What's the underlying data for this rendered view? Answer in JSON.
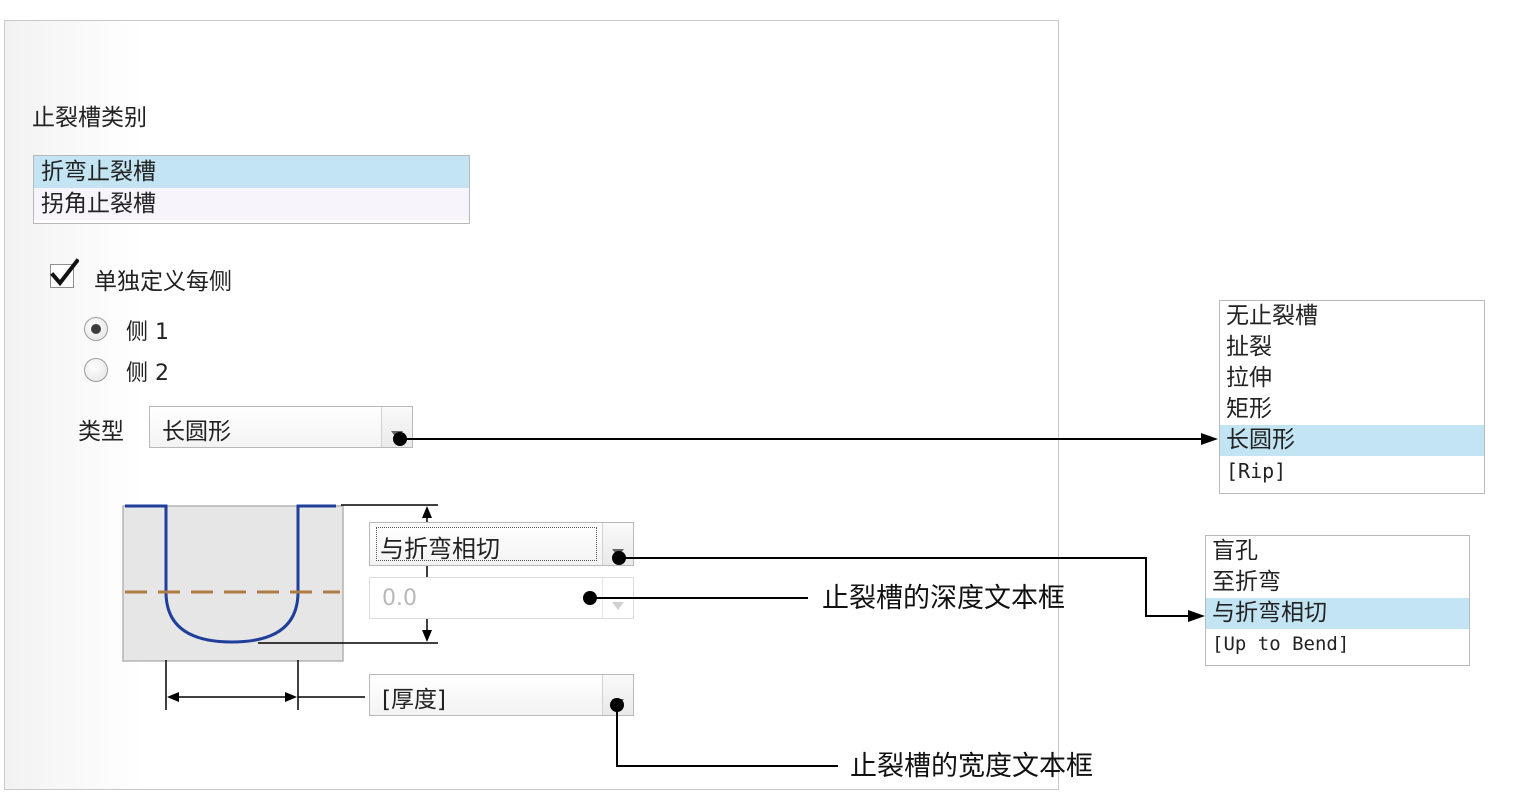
{
  "relief_category": {
    "title": "止裂槽类别",
    "items": [
      "折弯止裂槽",
      "拐角止裂槽"
    ],
    "selected_index": 0
  },
  "define_each_side": {
    "label": "单独定义每侧",
    "checked": true
  },
  "sides": [
    {
      "label": "侧 1",
      "selected": true
    },
    {
      "label": "侧 2",
      "selected": false
    }
  ],
  "type_field": {
    "label": "类型",
    "value": "长圆形"
  },
  "depth_mode_combo": {
    "value": "与折弯相切"
  },
  "depth_value_combo": {
    "value": "0.0",
    "disabled": true
  },
  "width_combo": {
    "value": "[厚度]"
  },
  "type_options": {
    "items": [
      "无止裂槽",
      "扯裂",
      "拉伸",
      "矩形",
      "长圆形",
      "[Rip]"
    ],
    "selected_index": 4
  },
  "depth_options": {
    "items": [
      "盲孔",
      "至折弯",
      "与折弯相切",
      "[Up to Bend]"
    ],
    "selected_index": 2
  },
  "annotations": {
    "depth_textbox": "止裂槽的深度文本框",
    "width_textbox": "止裂槽的宽度文本框"
  },
  "colors": {
    "selection": "#c3e4f2",
    "diagram_outline": "#1f3f9a",
    "bend_line": "#b07a45"
  }
}
